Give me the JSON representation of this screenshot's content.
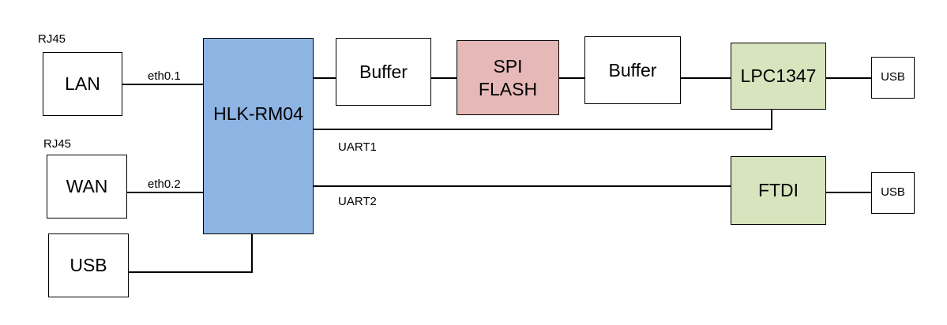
{
  "colors": {
    "module": "#8eb4e3",
    "flash": "#e6b9b8",
    "controller": "#d7e4bd",
    "plain": "#ffffff",
    "line": "#000000"
  },
  "blocks": {
    "lan": "LAN",
    "wan": "WAN",
    "usb_host": "USB",
    "module": "HLK-RM04",
    "buffer_left": "Buffer",
    "spi_flash": [
      "SPI",
      "FLASH"
    ],
    "buffer_right": "Buffer",
    "lpc": "LPC1347",
    "ftdi": "FTDI",
    "usb_top": "USB",
    "usb_bottom": "USB"
  },
  "labels": {
    "rj45_top": "RJ45",
    "rj45_mid": "RJ45",
    "eth01": "eth0.1",
    "eth02": "eth0.2",
    "uart1": "UART1",
    "uart2": "UART2"
  }
}
